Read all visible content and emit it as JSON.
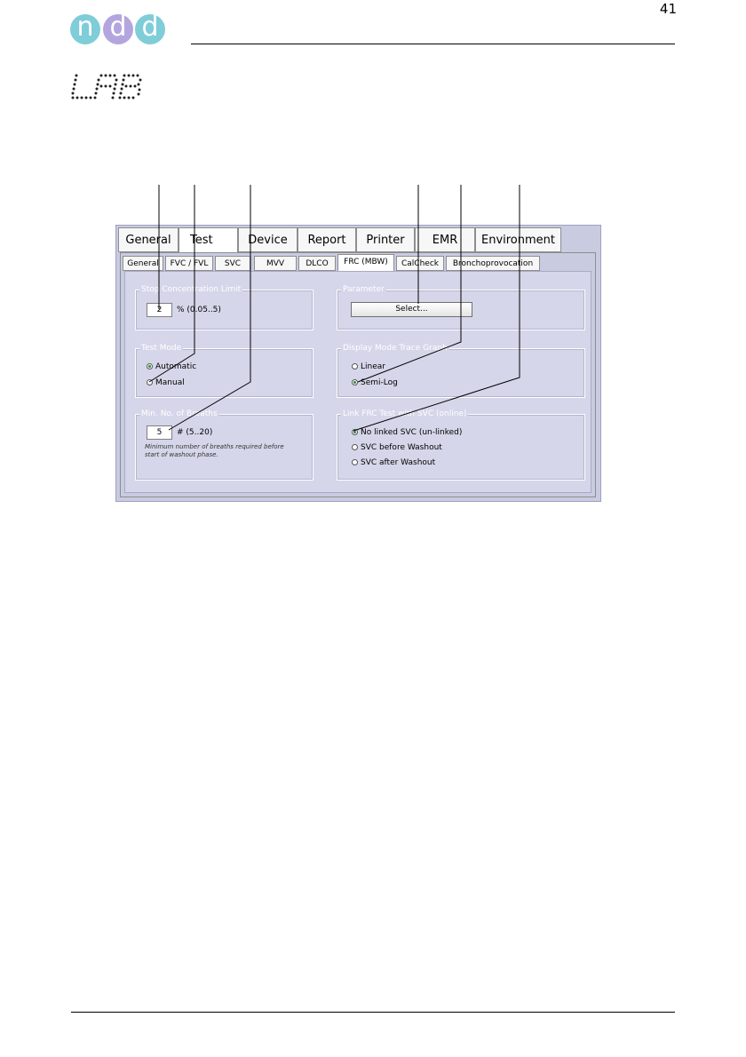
{
  "header": {
    "logo_letters": [
      "n",
      "d",
      "d"
    ],
    "logo_colors": [
      "#7fcdd8",
      "#b3a6df",
      "#7fcdd8"
    ],
    "page_number": "41",
    "product_logo": "LAB"
  },
  "main_tabs": [
    {
      "label": "General"
    },
    {
      "label": "Test",
      "active": true
    },
    {
      "label": "Device"
    },
    {
      "label": "Report"
    },
    {
      "label": "Printer"
    },
    {
      "label": "EMR"
    },
    {
      "label": "Environment"
    }
  ],
  "sub_tabs": [
    {
      "label": "General"
    },
    {
      "label": "FVC / FVL"
    },
    {
      "label": "SVC"
    },
    {
      "label": "MVV"
    },
    {
      "label": "DLCO"
    },
    {
      "label": "FRC (MBW)",
      "active": true
    },
    {
      "label": "CalCheck"
    },
    {
      "label": "Bronchoprovocation"
    }
  ],
  "stop_conc": {
    "title": "Stop Concentration Limit",
    "value": "2",
    "range": "% (0.05..5)"
  },
  "parameter": {
    "title": "Parameter",
    "button": "Select..."
  },
  "test_mode": {
    "title": "Test Mode",
    "options": [
      "Automatic",
      "Manual"
    ],
    "selected": "Automatic"
  },
  "display_mode": {
    "title": "Display Mode Trace Graph",
    "options": [
      "Linear",
      "Semi-Log"
    ],
    "selected": "Semi-Log"
  },
  "min_breaths": {
    "title": "Min. No. of Breaths",
    "value": "5",
    "range": "# (5..20)",
    "hint_line1": "Minimum number of breaths required before",
    "hint_line2": "start of washout phase."
  },
  "link_frc": {
    "title": "Link FRC Test with SVC (online)",
    "options": [
      "No linked SVC (un-linked)",
      "SVC before Washout",
      "SVC after Washout"
    ],
    "selected": "No linked SVC (un-linked)"
  },
  "colors": {
    "dialog_bg": "#c9cbe1",
    "radio_on": "#2e8b3a"
  }
}
